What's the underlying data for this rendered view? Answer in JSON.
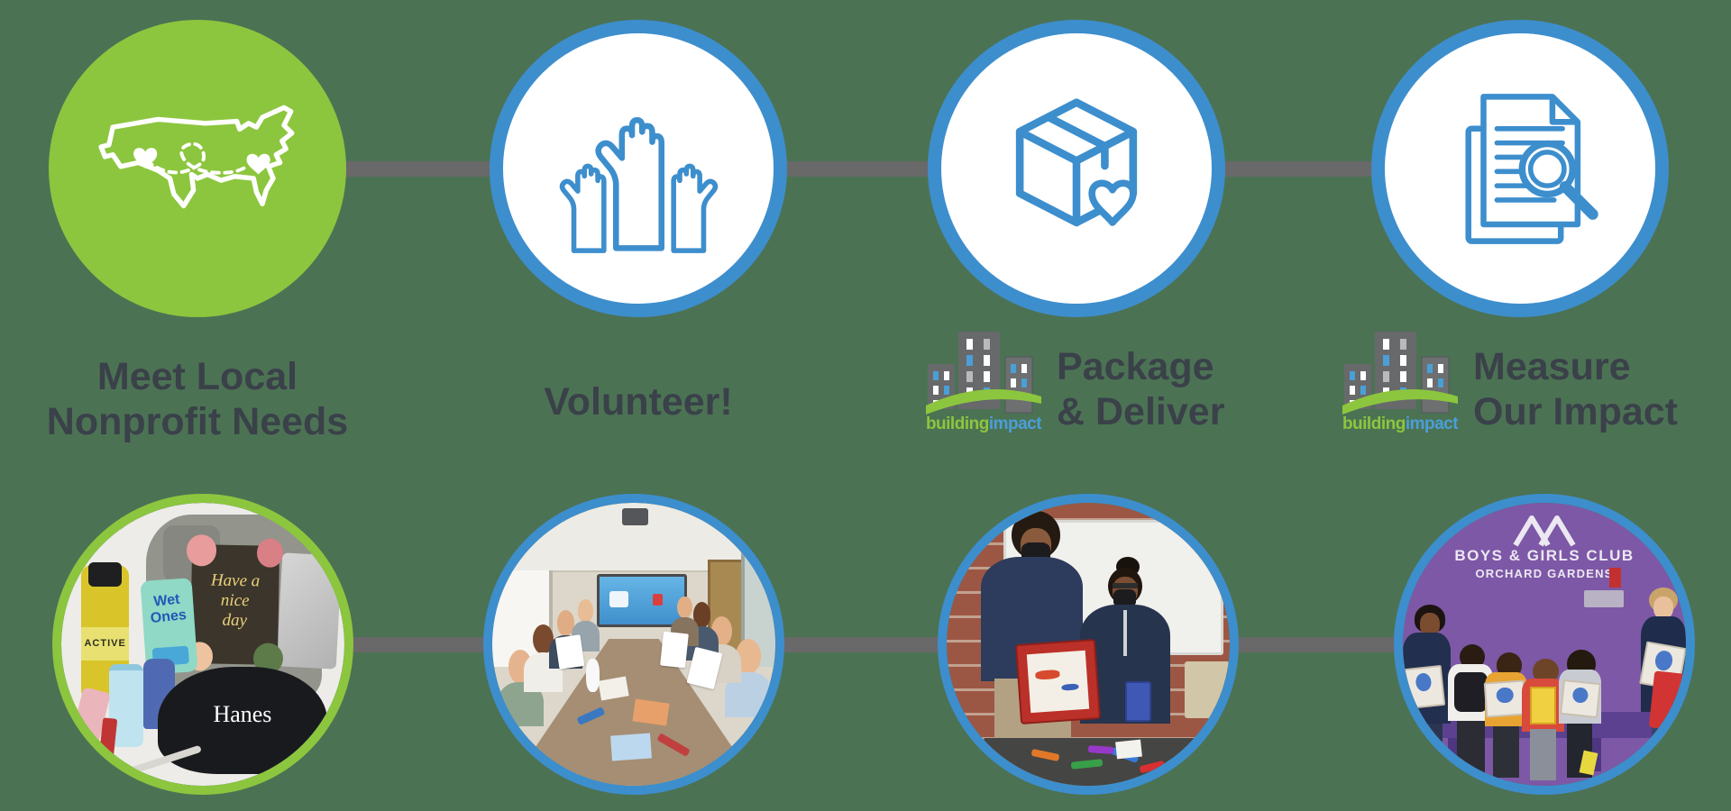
{
  "colors": {
    "background": "#4c7254",
    "accent_green": "#8cc63e",
    "accent_blue": "#3d8ecd",
    "connector_gray": "#696969",
    "heading_text": "#3a4149",
    "logo_green": "#8cc63e",
    "logo_blue": "#4a9fd6"
  },
  "logo": {
    "word_green": "building",
    "word_blue": "impact"
  },
  "steps": [
    {
      "name": "meet-local-nonprofit-needs",
      "icon": "us-map-hearts-icon",
      "label_lines": [
        "Meet Local",
        "Nonprofit Needs"
      ]
    },
    {
      "name": "volunteer",
      "icon": "raised-hands-icon",
      "label_lines": [
        "Volunteer!"
      ]
    },
    {
      "name": "package-deliver",
      "icon": "box-heart-icon",
      "label_lines": [
        "Package",
        "& Deliver"
      ]
    },
    {
      "name": "measure-our-impact",
      "icon": "documents-magnifier-icon",
      "label_lines": [
        "Measure",
        "Our Impact"
      ]
    }
  ],
  "photos": [
    {
      "name": "care-package-items",
      "alt": "Backpack with donated care items on a table",
      "texts": {
        "bottle": "ACTIVE",
        "wipes_brand": "Wet Ones",
        "notebook": "Have a nice day",
        "shirt_brand": "Hanes"
      }
    },
    {
      "name": "volunteers-around-table",
      "alt": "Volunteers making cards around a conference table",
      "texts": {}
    },
    {
      "name": "volunteers-delivering-games",
      "alt": "Two volunteers holding donated games by a brick wall",
      "texts": {}
    },
    {
      "name": "boys-girls-club-delivery",
      "alt": "Kids and volunteers with gifts at Boys & Girls Club",
      "texts": {
        "wall_line1": "BOYS & GIRLS CLUB",
        "wall_line2": "ORCHARD GARDENS"
      }
    }
  ]
}
